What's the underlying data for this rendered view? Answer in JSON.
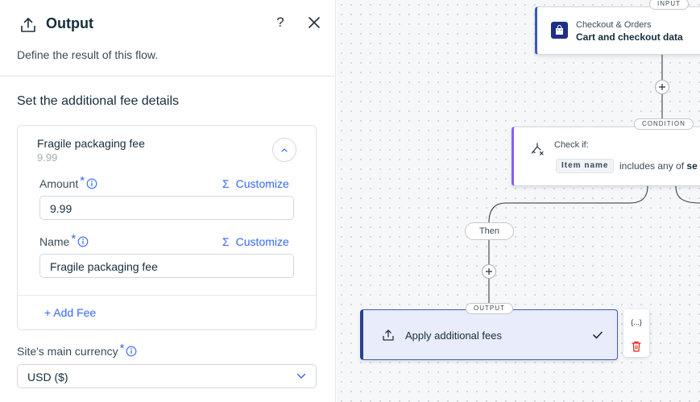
{
  "panel": {
    "title": "Output",
    "help_label": "?",
    "subtitle": "Define the result of this flow.",
    "section_title": "Set the additional fee details",
    "fee": {
      "name": "Fragile packaging fee",
      "price": "9.99",
      "amount_label": "Amount",
      "amount_value": "9.99",
      "name_label": "Name",
      "name_value": "Fragile packaging fee",
      "customize_label": "Customize",
      "required_mark": "*",
      "sigma": "Σ",
      "add_fee_label": "+ Add Fee"
    },
    "currency": {
      "label": "Site's main currency",
      "required_mark": "*",
      "value": "USD ($)"
    }
  },
  "canvas": {
    "input_node": {
      "tag": "INPUT",
      "title": "Checkout & Orders",
      "subtitle": "Cart and checkout data"
    },
    "condition_node": {
      "tag": "CONDITION",
      "label": "Check if:",
      "chip": "Item name",
      "text": "includes any of",
      "value": "se"
    },
    "then_label": "Then",
    "output_node": {
      "tag": "OUTPUT",
      "title": "Apply additional fees"
    },
    "tools": {
      "variables_label": "{...}"
    }
  },
  "colors": {
    "accent": "#3366ff",
    "node_border": "#3a5bb8",
    "condition_accent": "#8a5cf6",
    "output_fill": "#e8ecfb",
    "delete": "#e62214"
  }
}
